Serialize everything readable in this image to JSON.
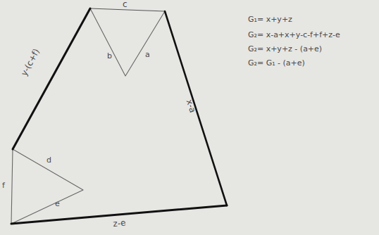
{
  "diagram": {
    "labels": [
      "c",
      "b",
      "a",
      "y-(c+f)",
      "x-a",
      "d",
      "f",
      "e",
      "z-e",
      "G₁= x+y+z",
      "G₂= x-a+x+y-c-f+f+z-e",
      "G₂= x+y+z - (a+e)",
      "G₂= G₁ - (a+e)"
    ]
  }
}
